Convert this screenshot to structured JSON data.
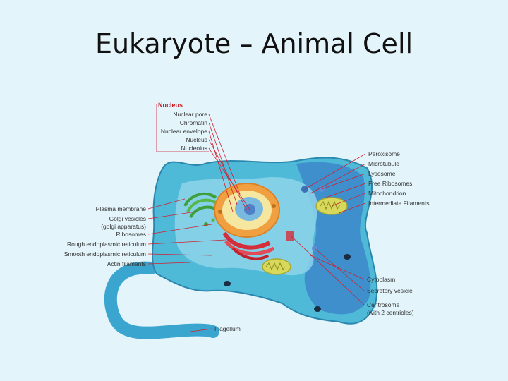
{
  "slide": {
    "title": "Eukaryote – Animal Cell"
  },
  "diagram": {
    "nucleus_group": {
      "heading": "Nucleus",
      "items": [
        "Nuclear pore",
        "Chromatin",
        "Nuclear envelope",
        "Nucleus",
        "Nucleolus"
      ]
    },
    "left_labels": [
      "Plasma membrane",
      "Golgi vesicles",
      "(golgi apparatus)",
      "Ribosomes",
      "Rough endoplasmic reticulum",
      "Smooth endoplasmic reticulum",
      "Actin filaments"
    ],
    "right_top_labels": [
      "Peroxisome",
      "Microtubule",
      "Lysosome",
      "Free Ribosomes",
      "Mitochondrion",
      "Intermediate Filaments"
    ],
    "right_bottom_labels": [
      "Cytoplasm",
      "Secretory vesicle",
      "Centrosome",
      "(with 2 centrioles)"
    ],
    "bottom_label": "Flagellum",
    "colors": {
      "background": "#e3f4fb",
      "cell_outer": "#4fb9d8",
      "cell_inner": "#6ec6e4",
      "cell_right": "#3f8fcc",
      "nucleus_envelope": "#f0a040",
      "nucleus_core": "#f5e7a0",
      "nucleolus": "#4f7fc6",
      "rough_er": "#d62d3a",
      "golgi": "#3f9f3a",
      "mitochondria": "#d8d95a",
      "leader_lines": "#d02030"
    }
  }
}
